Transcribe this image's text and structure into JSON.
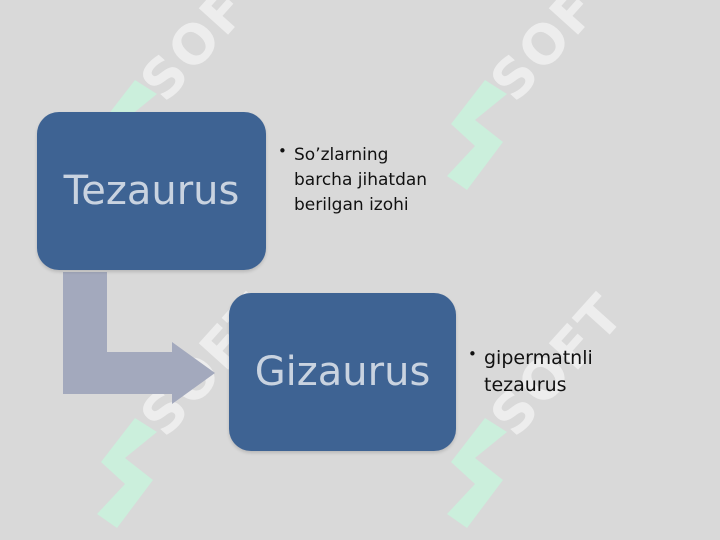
{
  "colors": {
    "background": "#d9d9d9",
    "node_fill": "#3e6393",
    "node_text": "#c9d3e0",
    "connector": "#a3a9bd",
    "watermark_logo": "#c8f2dc",
    "watermark_text": "#ffffff"
  },
  "watermark": {
    "text": "SOFT"
  },
  "diagram": {
    "nodes": [
      {
        "label": "Tezaurus",
        "bullets": [
          "So’zlarning barcha jihatdan berilgan izohi"
        ]
      },
      {
        "label": "Gizaurus",
        "bullets": [
          "gipermatnli tezaurus"
        ]
      }
    ]
  }
}
